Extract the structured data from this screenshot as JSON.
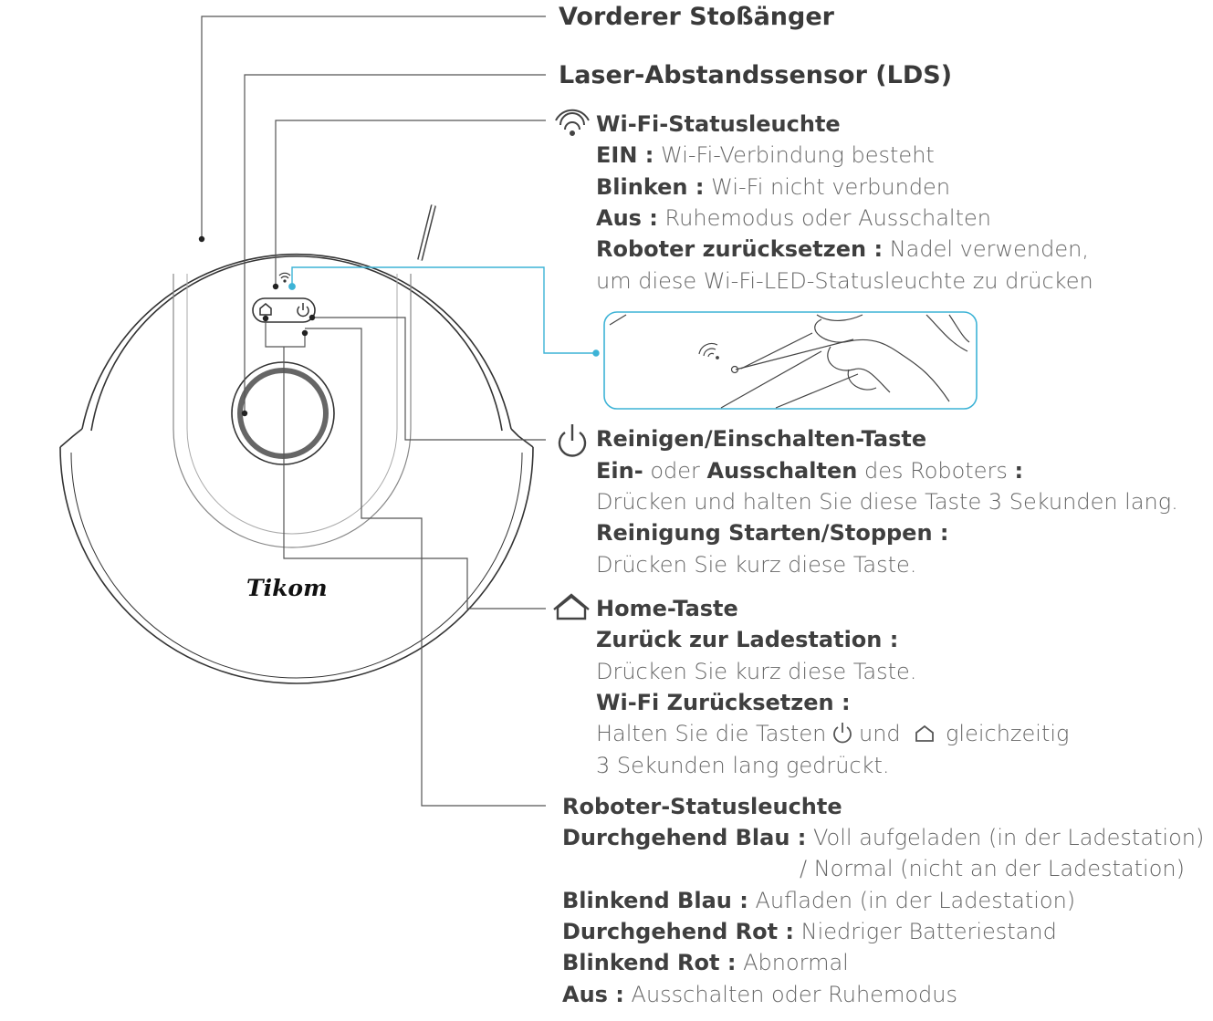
{
  "brand": "Tikom",
  "labels": {
    "bumper": "Vorderer Stoßänger",
    "lds": "Laser-Abstandssensor (LDS)"
  },
  "wifi": {
    "title": "Wi-Fi-Statusleuchte",
    "on_key": "EIN :",
    "on_val": "Wi-Fi-Verbindung besteht",
    "blink_key": "Blinken :",
    "blink_val": "Wi-Fi nicht verbunden",
    "off_key": "Aus :",
    "off_val": "Ruhemodus oder Ausschalten",
    "reset_key": "Roboter zurücksetzen :",
    "reset_val1": "Nadel verwenden,",
    "reset_val2": "um diese Wi-Fi-LED-Statusleuchte zu drücken"
  },
  "power": {
    "title": "Reinigen/Einschalten-Taste",
    "line1_a": "Ein-",
    "line1_b": "oder",
    "line1_c": "Ausschalten",
    "line1_d": "des Roboters",
    "line1_e": ":",
    "line2": "Drücken und halten Sie diese Taste 3 Sekunden lang.",
    "line3": "Reinigung Starten/Stoppen :",
    "line4": "Drücken Sie kurz diese Taste."
  },
  "home": {
    "title": "Home-Taste",
    "line1": "Zurück zur Ladestation :",
    "line2": "Drücken Sie kurz diese Taste.",
    "line3": "Wi-Fi Zurücksetzen :",
    "line4_a": "Halten Sie die Tasten",
    "line4_b": "und",
    "line4_c": "gleichzeitig",
    "line5": "3 Sekunden lang gedrückt."
  },
  "status": {
    "title": "Roboter-Statusleuchte",
    "blue_key": "Durchgehend Blau :",
    "blue_val1": "Voll aufgeladen (in der Ladestation)",
    "blue_val2": "/ Normal (nicht an der Ladestation)",
    "blinkblue_key": "Blinkend Blau :",
    "blinkblue_val": "Aufladen (in der Ladestation)",
    "red_key": "Durchgehend Rot :",
    "red_val": "Niedriger Batteriestand",
    "blinkred_key": "Blinkend Rot :",
    "blinkred_val": "Abnormal",
    "off_key": "Aus :",
    "off_val": "Ausschalten oder Ruhemodus"
  },
  "colors": {
    "accent": "#3db3d6",
    "line": "#555555",
    "robot": "#333333"
  },
  "icons": [
    "wifi-icon",
    "power-icon",
    "home-icon"
  ]
}
